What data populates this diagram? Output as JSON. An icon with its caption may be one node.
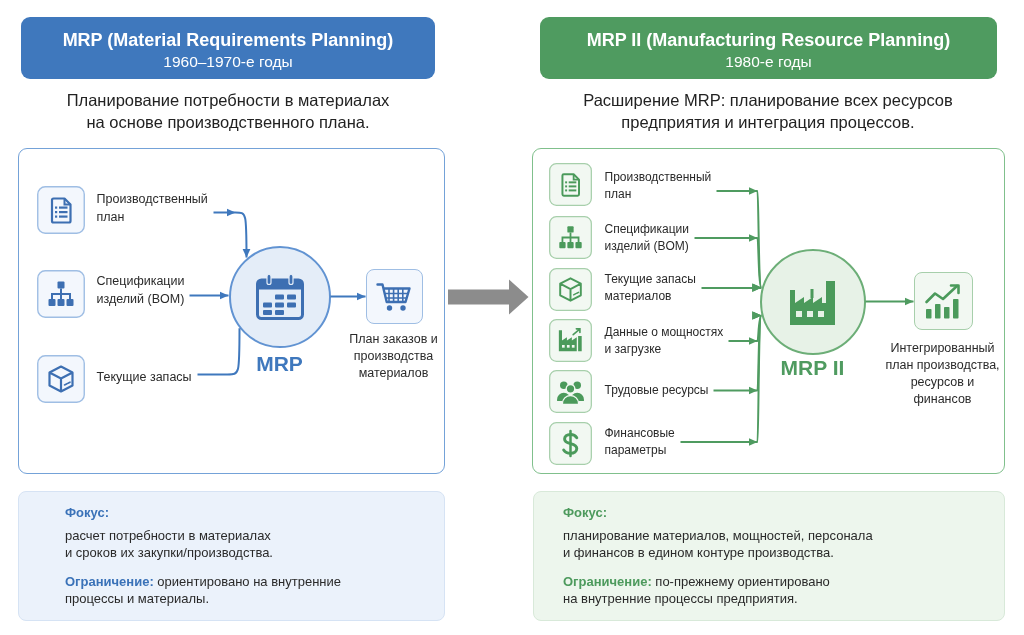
{
  "diagram": {
    "nodes": [
      {
        "text": [
          "MRP (Material Requirements Planning)",
          "1960–1970-е годы"
        ],
        "beside": [
          "Планирование потребности в материалах на основе производственного плана."
        ]
      },
      {
        "text": [],
        "shape": "box"
      },
      {
        "text": [
          "Производственный план"
        ],
        "in": 1
      },
      {
        "text": [
          "Спецификации изделий (BOM)"
        ],
        "in": 1
      },
      {
        "text": [
          "Текущие запасы"
        ],
        "in": 1
      },
      {
        "text": [
          "MRP"
        ],
        "in": 1
      },
      {
        "text": [
          "План заказов и производства материалов"
        ],
        "in": 1
      },
      {
        "text": [
          "Фокус:",
          "расчет потребности в материалах и сроков их закупки/производства.",
          "**Ограничение:** ориентировано на внутренние процессы и материалы."
        ]
      },
      {
        "text": [
          "MRP II (Manufacturing Resource Planning)",
          "1980-е годы"
        ],
        "beside": [
          "Расширение MRP: планирование всех ресурсов предприятия и интеграция процессов."
        ]
      },
      {
        "text": [],
        "shape": "box"
      },
      {
        "text": [
          "Производственный план"
        ],
        "in": 9
      },
      {
        "text": [
          "Спецификации изделий (BOM)"
        ],
        "in": 9
      },
      {
        "text": [
          "Текущие запасы материалов"
        ],
        "in": 9
      },
      {
        "text": [
          "Данные о мощностях и загрузке"
        ],
        "in": 9
      },
      {
        "text": [
          "Трудовые ресурсы"
        ],
        "in": 9
      },
      {
        "text": [
          "Финансовые параметры"
        ],
        "in": 9
      },
      {
        "text": [
          "MRP II"
        ],
        "in": 9
      },
      {
        "text": [
          "Интегрированный план производства, ресурсов и финансов"
        ],
        "in": 9
      },
      {
        "text": [
          "Фокус:",
          "планирование материалов, мощностей, персонала и финансов в едином контуре производства.",
          "**Ограничение:** по-прежнему ориентировано на внутренние процессы предприятия."
        ]
      }
    ],
    "edges": [
      {
        "from": 2,
        "to": 5,
        "arrow": "to",
        "color": "#3f78bd"
      },
      {
        "from": 3,
        "to": 5,
        "arrow": "to",
        "color": "#3f78bd"
      },
      {
        "from": 4,
        "to": 5,
        "arrow": "none",
        "color": "#3f78bd"
      },
      {
        "from": 5,
        "to": 6,
        "arrow": "to",
        "color": "#3f78bd"
      },
      {
        "from": 1,
        "to": 9,
        "arrow": "to",
        "style": "thick",
        "color": "#8c8c8c"
      },
      {
        "from": 10,
        "to": 16,
        "arrow": "to"
      },
      {
        "from": 11,
        "to": 16,
        "arrow": "to"
      },
      {
        "from": 12,
        "to": 16,
        "arrow": "to"
      },
      {
        "from": 13,
        "to": 16,
        "arrow": "to"
      },
      {
        "from": 14,
        "to": 16,
        "arrow": "to"
      },
      {
        "from": 15,
        "to": 16,
        "arrow": "to"
      },
      {
        "from": 16,
        "to": 17,
        "arrow": "to"
      }
    ]
  }
}
